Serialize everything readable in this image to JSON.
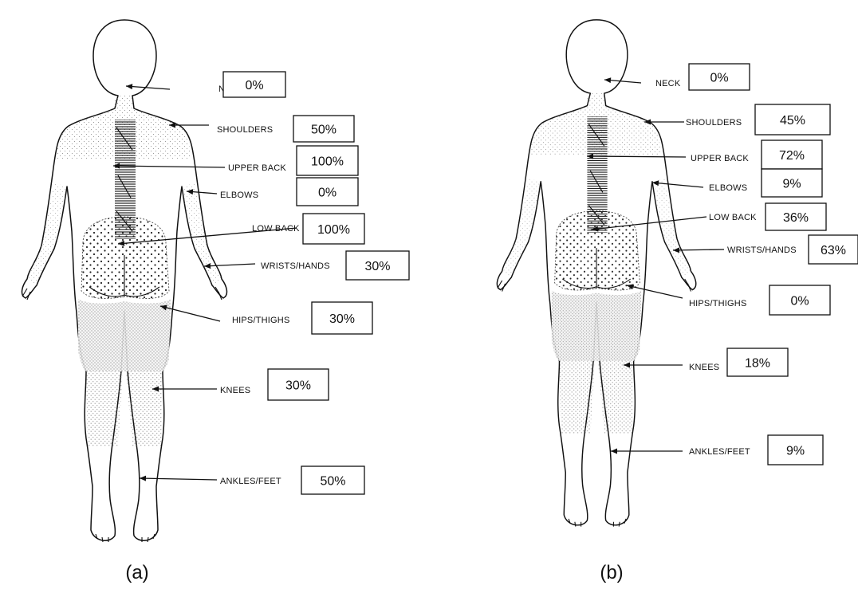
{
  "panels": [
    {
      "caption": "(a)",
      "regions": [
        {
          "key": "neck",
          "label": "NECK",
          "value": "0%"
        },
        {
          "key": "shoulders",
          "label": "SHOULDERS",
          "value": "50%"
        },
        {
          "key": "upper_back",
          "label": "UPPER BACK",
          "value": "100%"
        },
        {
          "key": "elbows",
          "label": "ELBOWS",
          "value": "0%"
        },
        {
          "key": "low_back",
          "label": "LOW BACK",
          "value": "100%"
        },
        {
          "key": "wrists_hands",
          "label": "WRISTS/HANDS",
          "value": "30%"
        },
        {
          "key": "hips_thighs",
          "label": "HIPS/THIGHS",
          "value": "30%"
        },
        {
          "key": "knees",
          "label": "KNEES",
          "value": "30%"
        },
        {
          "key": "ankles_feet",
          "label": "ANKLES/FEET",
          "value": "50%"
        }
      ]
    },
    {
      "caption": "(b)",
      "regions": [
        {
          "key": "neck",
          "label": "NECK",
          "value": "0%"
        },
        {
          "key": "shoulders",
          "label": "SHOULDERS",
          "value": "45%"
        },
        {
          "key": "upper_back",
          "label": "UPPER BACK",
          "value": "72%"
        },
        {
          "key": "elbows",
          "label": "ELBOWS",
          "value": "9%"
        },
        {
          "key": "low_back",
          "label": "LOW BACK",
          "value": "36%"
        },
        {
          "key": "wrists_hands",
          "label": "WRISTS/HANDS",
          "value": "63%"
        },
        {
          "key": "hips_thighs",
          "label": "HIPS/THIGHS",
          "value": "0%"
        },
        {
          "key": "knees",
          "label": "KNEES",
          "value": "18%"
        },
        {
          "key": "ankles_feet",
          "label": "ANKLES/FEET",
          "value": "9%"
        }
      ]
    }
  ]
}
